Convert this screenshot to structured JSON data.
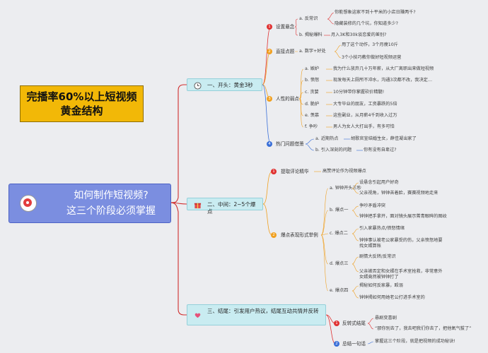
{
  "title": {
    "line1": "完播率60%以上短视频",
    "line2": "黄金结构"
  },
  "central": {
    "line1": "如何制作短视频?",
    "line2": "这三个阶段必须掌握"
  },
  "colors": {
    "branch": "#cf2e2e",
    "title_bg": "#f2b807",
    "central_bg": "#7b8ee0",
    "section_bg": "#c9ecf1",
    "badge_red": "#e03131",
    "badge_orange": "#f0a020",
    "badge_blue": "#3a6fd8"
  },
  "sections": [
    {
      "label": "一、开头：黄金3秒",
      "icon": "clock-icon",
      "groups": [
        {
          "num": "1",
          "label": "设置悬念",
          "items": [
            {
              "label": "a. 反常识",
              "leaves": [
                "你能想象这家不到十平米的小店日赚两千?",
                "隐藏装修的几个坑，你知道多少?"
              ]
            },
            {
              "label": "b. 揭秘爆料",
              "leaves": [
                "月入3K和30k谈恋爱的差别?"
              ]
            }
          ]
        },
        {
          "num": "2",
          "label": "直接点题",
          "items": [
            {
              "label": "a. 数字+好处",
              "leaves": [
                "用了这个动作，3个月瘦10斤",
                "3个小技巧教你做好短视频运营"
              ]
            }
          ]
        },
        {
          "num": "3",
          "label": "人性的弱点",
          "items": [
            {
              "label": "a. 嫉妒",
              "leaves": [
                "我为什么放弃几十万年薪，从大厂离职出来做短视频"
              ]
            },
            {
              "label": "b. 愤怒",
              "leaves": [
                "现发每天上厕所不冲水，沟通3次都不改，我决定…"
              ]
            },
            {
              "label": "c. 贪婪",
              "leaves": [
                "10分钟带你掌握砍价精髓!"
              ]
            },
            {
              "label": "d. 脆护",
              "leaves": [
                "大专毕业的朋友，工资暴跌的5倍"
              ]
            },
            {
              "label": "e. 羡慕",
              "leaves": [
                "这些副业，从月薪4千到收入过万"
              ]
            },
            {
              "label": "f. 争吵",
              "leaves": [
                "男人为女人大打出手，有多可怕"
              ]
            }
          ]
        },
        {
          "num": "4",
          "label": "热门问题借萧",
          "items": [
            {
              "label": "a. 近期热点",
              "leaves": [
                "胡歌官宣结婚生女，薛佳凝出家了"
              ]
            },
            {
              "label": "b. 引入深刻的问题",
              "leaves": [
                "你有没有自卑过?"
              ]
            }
          ]
        }
      ]
    },
    {
      "label": "二、中间：2~5个爆点",
      "icon": "gift-icon",
      "groups": [
        {
          "num": "1",
          "label": "提取评论精华",
          "items": [
            {
              "label": "",
              "leaves": [
                "高赞评论作为视频爆点"
              ]
            }
          ]
        },
        {
          "num": "2",
          "label": "爆点表现形式举例",
          "items": [
            {
              "label": "a. 钟钟开头三秒",
              "leaves": [
                "设悬念引起用户好奇",
                "父亲视角，钟钟苦着脸，赛赛视频地走来"
              ]
            },
            {
              "label": "b. 爆点一",
              "leaves": [
                "争吵矛盾冲突",
                "钟钟把手拿开，面对镜头展示蔫青眼眸的图纹"
              ]
            },
            {
              "label": "c. 爆点二",
              "leaves": [
                "引入家暴热点/愤怒情绪",
                "钟钟事认被老公家暴受的伤，父亲愤怒地要找女婿算账"
              ]
            },
            {
              "label": "d. 爆点三",
              "leaves": [
                "剧情大反转/反常识",
                "父亲被否定和女婿在手术室抢救，非常意外女婿竟然被钟钟打了"
              ]
            },
            {
              "label": "e. 爆点四",
              "leaves": [
                "揭秘如何反家暴，殴溺",
                "钟钟揭如何用她老公打进手术室的"
              ]
            }
          ]
        }
      ]
    },
    {
      "label": "三、结尾：引发用户热议，结尾互动共情并反转",
      "icon": "heart-hand-icon",
      "groups": [
        {
          "num": "1",
          "label": "反转式结尾",
          "items": [
            {
              "label": "",
              "leaves": [
                "悬剧变喜剧",
                "“那你别去了，我去吧我们你去了，把他氧气拔了”"
              ]
            }
          ]
        },
        {
          "num": "2",
          "label": "总结一句话",
          "items": [
            {
              "label": "",
              "leaves": [
                "掌握这三个阶段，就是把视频的成功秘诀!"
              ]
            }
          ]
        }
      ]
    }
  ]
}
